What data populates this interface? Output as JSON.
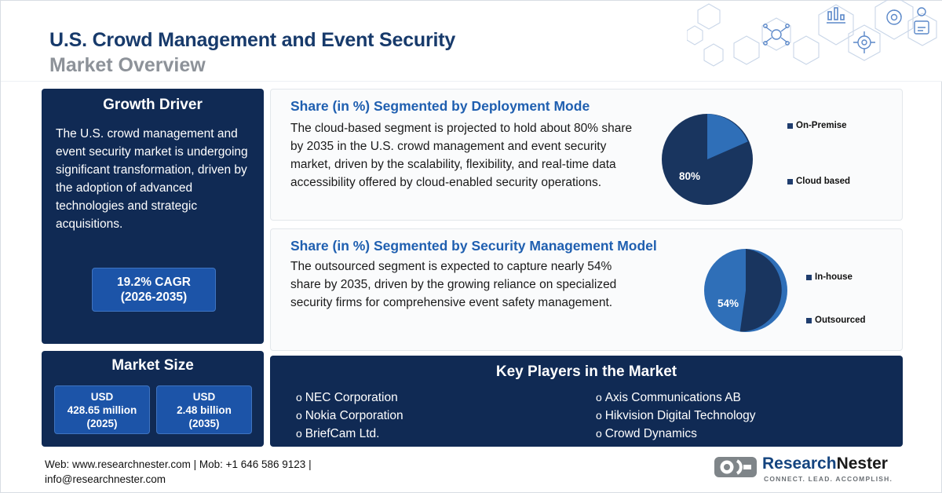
{
  "header": {
    "title_line1": "U.S. Crowd Management and Event Security",
    "title_line2": "Market Overview"
  },
  "growth_driver": {
    "title": "Growth Driver",
    "body": "The U.S. crowd management and event security market is undergoing significant transformation, driven by the adoption of advanced technologies and strategic acquisitions.",
    "cagr_value": "19.2% CAGR",
    "cagr_period": "(2026-2035)"
  },
  "market_size": {
    "title": "Market Size",
    "items": [
      {
        "currency": "USD",
        "value": "428.65 million",
        "year": "(2025)"
      },
      {
        "currency": "USD",
        "value": "2.48 billion",
        "year": "(2035)"
      }
    ]
  },
  "segments": [
    {
      "title": "Share (in %) Segmented by Deployment Mode",
      "text": "The cloud-based segment is projected to hold about 80% share by 2035 in the U.S. crowd management and event security market, driven by the scalability, flexibility, and real-time data accessibility offered by cloud-enabled security operations.",
      "legend": [
        "On-Premise",
        "Cloud based"
      ],
      "pie_label": "80%"
    },
    {
      "title": "Share (in %) Segmented by Security Management Model",
      "text": "The outsourced segment is expected to capture nearly 54% share by 2035, driven by the growing reliance on specialized security firms for comprehensive event safety management.",
      "legend": [
        "In-house",
        "Outsourced"
      ],
      "pie_label": "54%"
    }
  ],
  "key_players": {
    "title": "Key Players in the Market",
    "left": [
      "NEC Corporation",
      "Nokia Corporation",
      "BriefCam Ltd."
    ],
    "right": [
      "Axis Communications AB",
      "Hikvision Digital Technology",
      "Crowd Dynamics"
    ]
  },
  "footer": {
    "line1": "Web: www.researchnester.com | Mob: +1 646 586 9123 |",
    "line2": "info@researchnester.com",
    "logo_word1": "Research",
    "logo_word2": "Nester",
    "logo_tagline": "CONNECT. LEAD. ACCOMPLISH."
  },
  "colors": {
    "navy": "#102a54",
    "blue_accent": "#1c54a8",
    "title_blue": "#173a6b",
    "seg_title_blue": "#1f5fb0",
    "pie_dark": "#19355f",
    "pie_mid": "#1f5fa8",
    "pie_light": "#2f6fb8"
  },
  "chart_data": [
    {
      "type": "pie",
      "title": "Share (in %) Segmented by Deployment Mode",
      "labels": [
        "Cloud based",
        "On-Premise"
      ],
      "values": [
        80,
        20
      ],
      "data_labels": [
        "80%"
      ],
      "legend_position": "right",
      "colors": [
        "#19355f",
        "#2f6fb8"
      ]
    },
    {
      "type": "pie",
      "title": "Share (in %) Segmented by Security Management Model",
      "labels": [
        "Outsourced",
        "In-house"
      ],
      "values": [
        54,
        46
      ],
      "data_labels": [
        "54%"
      ],
      "legend_position": "right",
      "colors": [
        "#19355f",
        "#2f6fb8"
      ]
    }
  ]
}
